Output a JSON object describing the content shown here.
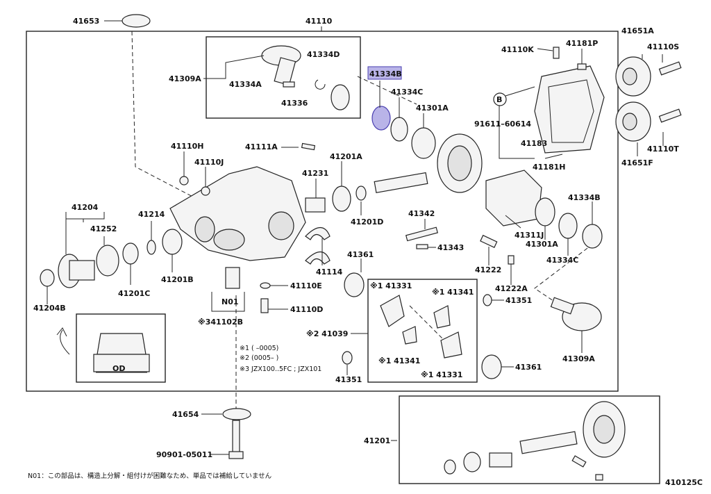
{
  "labels": {
    "l41653": "41653",
    "l41110": "41110",
    "l41651A": "41651A",
    "l41110S": "41110S",
    "l41309A_top": "41309A",
    "l41334D": "41334D",
    "l41334A": "41334A",
    "l41336": "41336",
    "l41334B_top": "41334B",
    "l41334C_top": "41334C",
    "l41301A_top": "41301A",
    "l41110K": "41110K",
    "l41181P": "41181P",
    "lB": "B",
    "l91611": "91611–60614",
    "l41183": "41183",
    "l41181H": "41181H",
    "l41110T": "41110T",
    "l41651F": "41651F",
    "l41110H": "41110H",
    "l41110J": "41110J",
    "l41111A": "41111A",
    "l41231": "41231",
    "l41201A": "41201A",
    "l41201D": "41201D",
    "l41204": "41204",
    "l41252": "41252",
    "l41214": "41214",
    "l41201C": "41201C",
    "l41201B": "41201B",
    "l41204B": "41204B",
    "l41114": "41114",
    "l41110E": "41110E",
    "l41110D": "41110D",
    "lN01": "N01",
    "l41102B": "※341102B",
    "l41342": "41342",
    "l41343": "41343",
    "l41361_top": "41361",
    "l41331_a": "※1 41331",
    "l41341_a": "※1 41341",
    "l41039": "※2 41039",
    "l41341_b": "※1 41341",
    "l41331_b": "※1 41331",
    "l41351_bot": "41351",
    "l41311J": "41311J",
    "l41301A_mid": "41301A",
    "l41334B_right": "41334B",
    "l41334C_right": "41334C",
    "l41222": "41222",
    "l41222A": "41222A",
    "l41351_right": "41351",
    "l41309A_right": "41309A",
    "l41361_bot": "41361",
    "lOD": "OD",
    "l41654": "41654",
    "l90901": "90901-05011",
    "l41201": "41201",
    "code": "410125C"
  },
  "notes": {
    "n1": "※1 (      –0005)",
    "n2": "※2 (0005–      )",
    "n3": "※3 JZX100..5FC ; JZX101",
    "footer": "N01：この部品は、構造上分解・組付けが困難なため、単品では補給していません"
  },
  "highlight": {
    "part": "41334B",
    "color": "#b9b4e8"
  }
}
